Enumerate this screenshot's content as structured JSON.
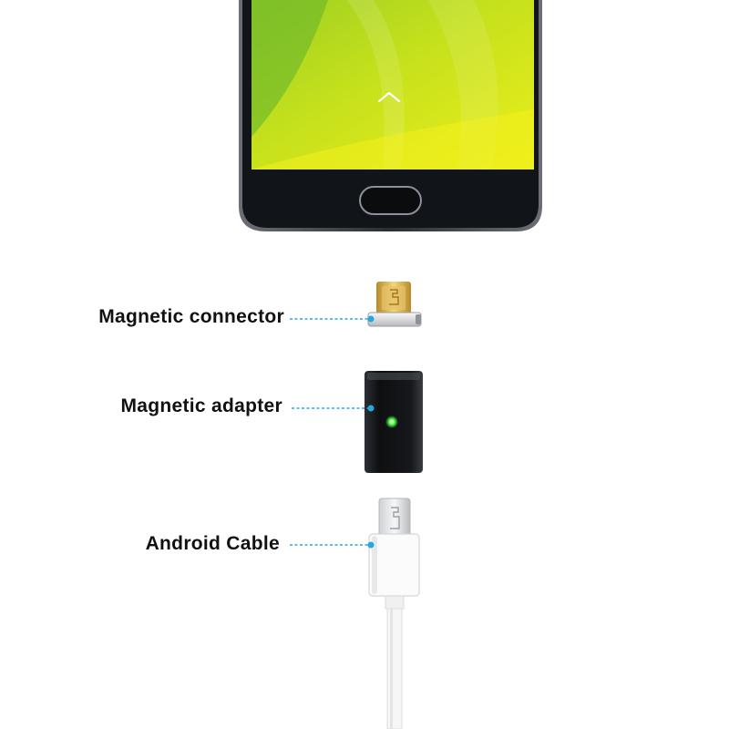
{
  "labels": {
    "magnetic_connector": "Magnetic connector",
    "magnetic_adapter": "Magnetic adapter",
    "android_cable": "Android Cable"
  },
  "colors": {
    "screen_top": "#c4e01c",
    "screen_bottom": "#e8ec1a",
    "screen_accent": "#5fb32a",
    "phone_body": "#111418",
    "leader_line": "#2aa6de",
    "adapter_led": "#3cf03c",
    "connector_gold": "#d9b24a",
    "cable_white": "#f7f7f7"
  },
  "icons": {
    "screen_swipe": "chevron-up-icon",
    "home_button": "home-button-icon"
  }
}
